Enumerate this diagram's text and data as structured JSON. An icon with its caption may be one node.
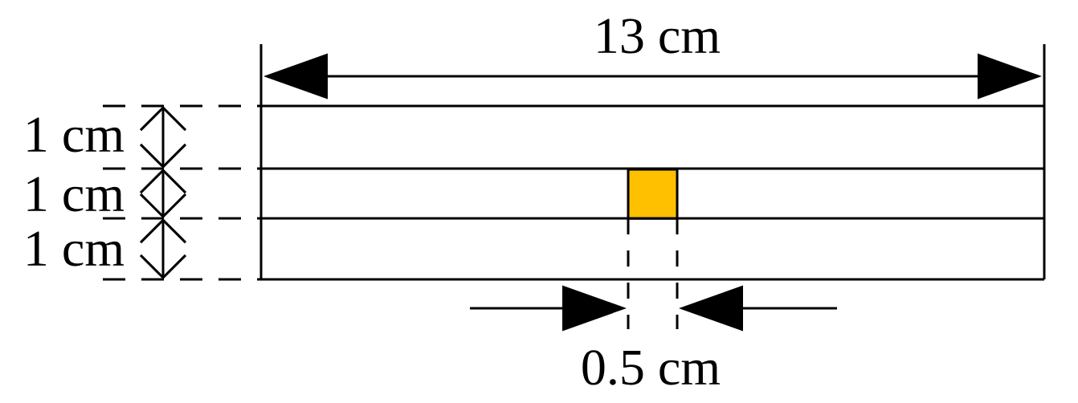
{
  "diagram": {
    "labels": [
      "13 cm",
      "1 cm",
      "1 cm",
      "1 cm",
      "0.5 cm"
    ]
  }
}
